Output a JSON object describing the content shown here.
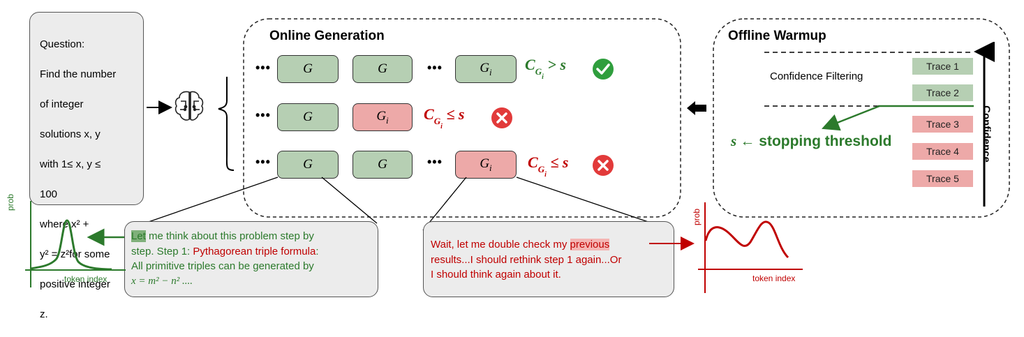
{
  "question": {
    "label": "Question:",
    "text_lines": [
      "Find the number",
      "of integer",
      "solutions x, y",
      "with 1≤ x, y ≤",
      "100",
      "where x² +",
      "y² = z²for some",
      "positive integer",
      "z."
    ]
  },
  "online": {
    "title": "Online Generation",
    "dots": "•••",
    "g_label": "G",
    "gi_label": "Gi",
    "rows": [
      {
        "conf_prefix": "C",
        "conf_sub": "G",
        "conf_subsub": "i",
        "relation": "> s",
        "status": "pass"
      },
      {
        "conf_prefix": "C",
        "conf_sub": "G",
        "conf_subsub": "i",
        "relation": "≤ s",
        "status": "fail"
      },
      {
        "conf_prefix": "C",
        "conf_sub": "G",
        "conf_subsub": "i",
        "relation": "≤ s",
        "status": "fail"
      }
    ],
    "colors": {
      "green_box": "#b6cfb3",
      "red_box": "#eda9a8",
      "pass": "#2f9e3d",
      "fail": "#e23a3a",
      "green_text": "#2c7a2c",
      "red_text": "#c00000"
    }
  },
  "offline": {
    "title": "Offline Warmup",
    "filter_label": "Confidence Filtering",
    "traces": [
      {
        "label": "Trace 1",
        "kept": true
      },
      {
        "label": "Trace 2",
        "kept": true
      },
      {
        "label": "Trace 3",
        "kept": false
      },
      {
        "label": "Trace 4",
        "kept": false
      },
      {
        "label": "Trace 5",
        "kept": false
      }
    ],
    "threshold_symbol": "s ←",
    "threshold_label": "stopping threshold",
    "axis_label": "Confidence"
  },
  "trace_good": {
    "highlight": "Let",
    "line1_rest": " me think about this problem step by",
    "line2_a": "step. Step 1: ",
    "line2_red": "Pythagorean triple formula",
    "line2_b": ":",
    "line3": "All primitive triples can be generated by",
    "line4": "x = m² − n² ...."
  },
  "trace_bad": {
    "line1_a": "Wait, let me double check my ",
    "highlight": "previous",
    "line2": "results...I should rethink step 1 again...Or",
    "line3": "I should think again about it."
  },
  "plot_left": {
    "ylabel": "prob",
    "xlabel": "token index"
  },
  "plot_right": {
    "ylabel": "prob",
    "xlabel": "token index"
  }
}
